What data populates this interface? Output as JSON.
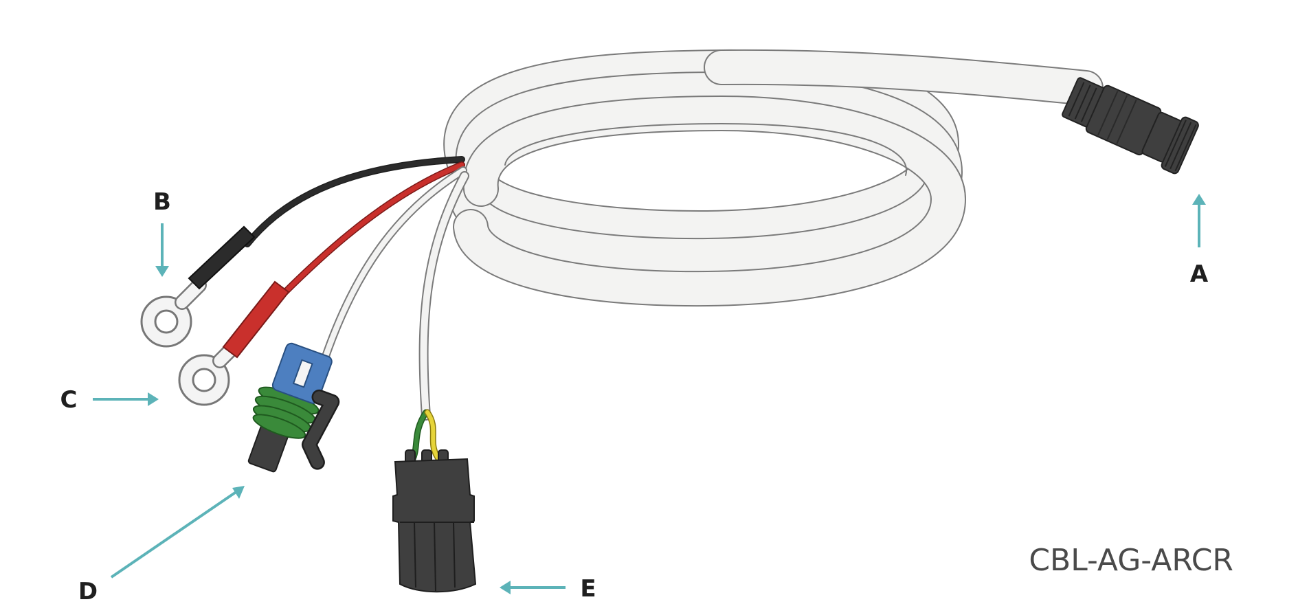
{
  "part_number": "CBL-AG-ARCR",
  "callouts": {
    "a": "A",
    "b": "B",
    "c": "C",
    "d": "D",
    "e": "E"
  },
  "colors": {
    "cable_jacket": "#f3f3f2",
    "cable_outline": "#7a7a7a",
    "wire_black": "#2b2b2b",
    "wire_red": "#c9302c",
    "arrow": "#5cb3b8",
    "connector_dark": "#3f3f3f",
    "connector_blue": "#4d7fc0",
    "seal_green": "#3a8a3a",
    "wire_yellow": "#e6d43a"
  }
}
